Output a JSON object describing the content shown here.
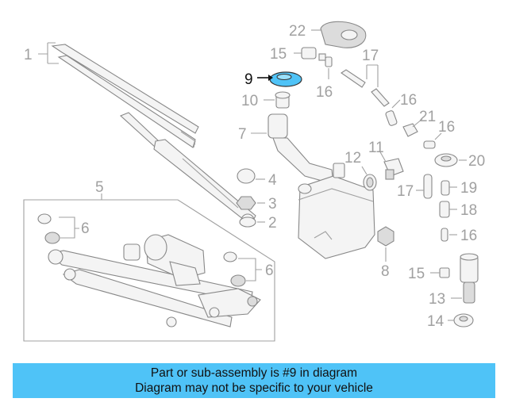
{
  "diagram": {
    "callouts": {
      "c1": "1",
      "c2": "2",
      "c3": "3",
      "c4": "4",
      "c5": "5",
      "c6a": "6",
      "c6b": "6",
      "c7": "7",
      "c8": "8",
      "c9": "9",
      "c10": "10",
      "c11": "11",
      "c12": "12",
      "c13": "13",
      "c14": "14",
      "c15a": "15",
      "c15b": "15",
      "c16a": "16",
      "c16b": "16",
      "c16c": "16",
      "c16d": "16",
      "c17a": "17",
      "c17b": "17",
      "c18": "18",
      "c19": "19",
      "c20": "20",
      "c21": "21",
      "c22": "22"
    },
    "highlight_color": "#4fc3f7"
  },
  "banner": {
    "line1": "Part or sub-assembly is #9 in diagram",
    "line2": "Diagram may not be specific to your vehicle"
  }
}
